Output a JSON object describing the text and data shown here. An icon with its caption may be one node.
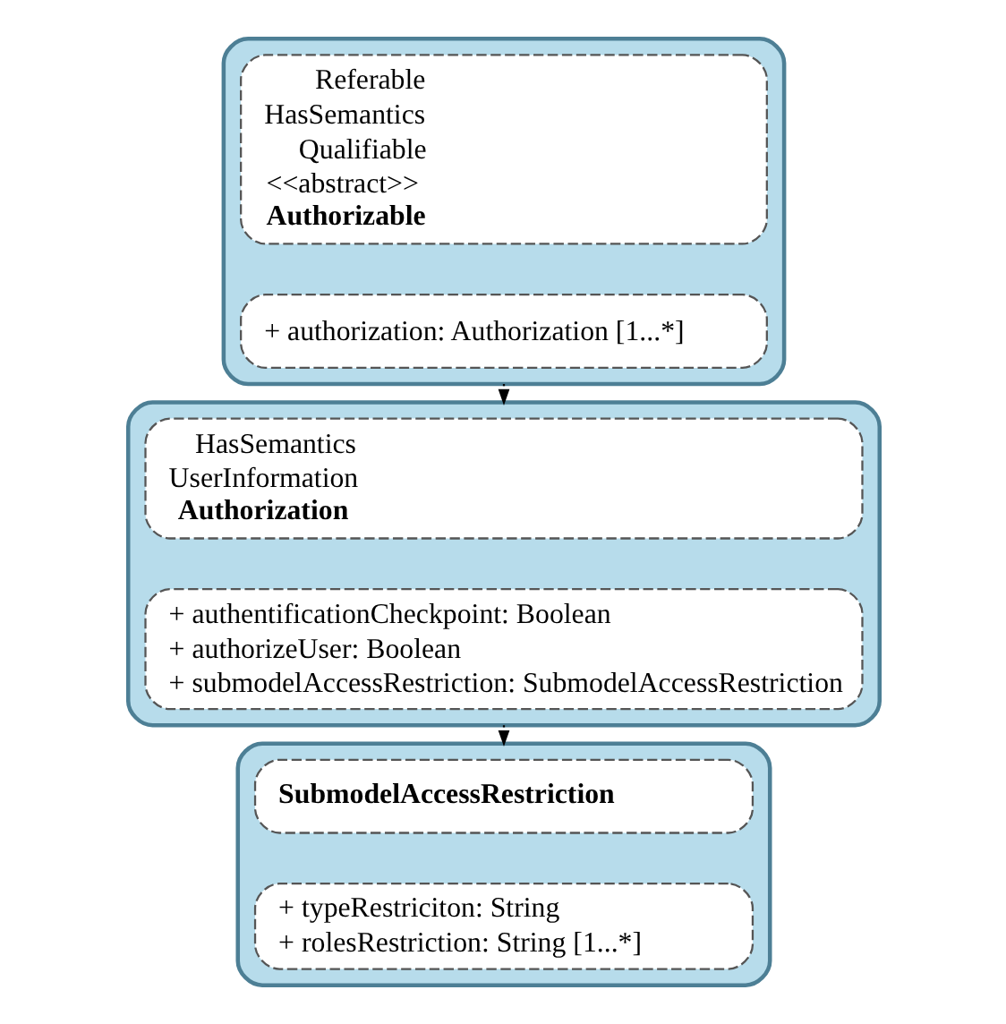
{
  "diagram": {
    "nodes": [
      {
        "text": [],
        "shape": "box"
      },
      {
        "text": [
          "Referable",
          "HasSemantics",
          "Qualifiable",
          "<<abstract>>",
          "Authorizable"
        ],
        "in": 0
      },
      {
        "text": [
          "+ authorization: Authorization [1...*]"
        ],
        "in": 0
      },
      {
        "text": [],
        "shape": "box"
      },
      {
        "text": [
          "HasSemantics",
          "UserInformation",
          "Authorization"
        ],
        "in": 3
      },
      {
        "text": [
          "+ authentificationCheckpoint: Boolean",
          "+ authorizeUser: Boolean",
          "+ submodelAccessRestriction: SubmodelAccessRestriction"
        ],
        "in": 3
      },
      {
        "text": [],
        "shape": "box"
      },
      {
        "text": [
          "SubmodelAccessRestriction"
        ],
        "in": 6
      },
      {
        "text": [
          "+ typeRestriciton: String",
          "+ rolesRestriction: String [1...*]"
        ],
        "in": 6
      }
    ],
    "edges": [
      {
        "from": 0,
        "to": 3,
        "arrow": "to",
        "style": "dashed"
      },
      {
        "from": 3,
        "to": 6,
        "arrow": "to",
        "style": "dashed"
      }
    ]
  }
}
